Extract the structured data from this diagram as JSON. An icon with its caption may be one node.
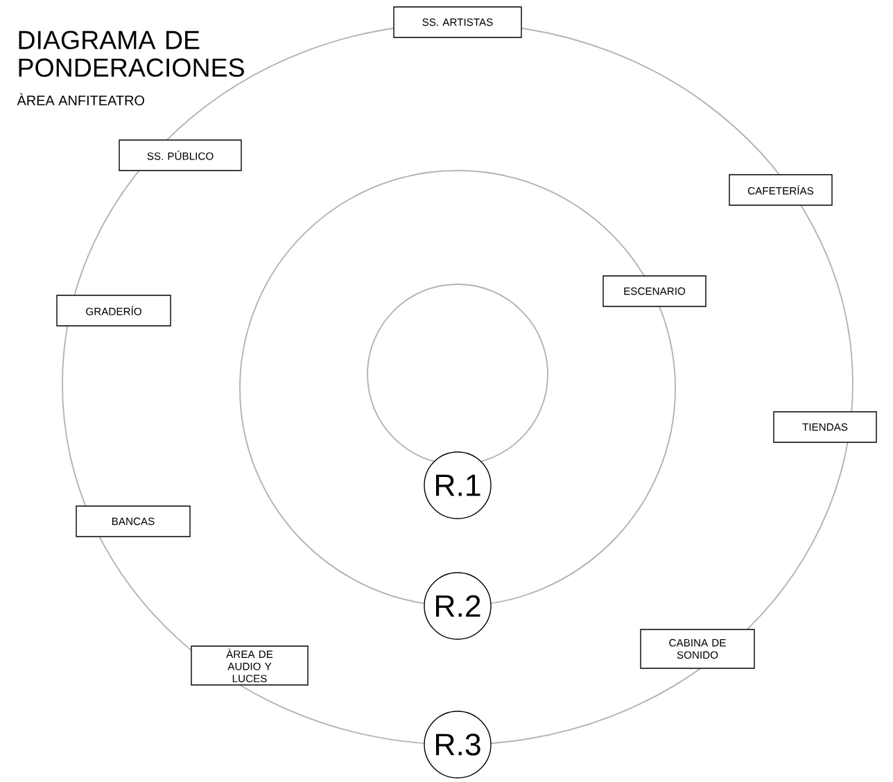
{
  "diagram": {
    "title": "DIAGRAMA DE PONDERACIONES",
    "nodes": [
      {
        "text": [
          "SS. ARTISTAS"
        ]
      },
      {
        "text": [
          "SS. PÚBLICO"
        ]
      },
      {
        "text": [
          "CAFETERÍAS"
        ]
      },
      {
        "text": [
          "ESCENARIO"
        ]
      },
      {
        "text": [
          "GRADERÍO"
        ]
      },
      {
        "text": [
          "TIENDAS"
        ]
      },
      {
        "text": [
          "R.1"
        ]
      },
      {
        "text": [
          "BANCAS"
        ]
      },
      {
        "text": [
          "R.2"
        ]
      },
      {
        "text": [
          "CABINA DE SONIDO"
        ]
      },
      {
        "text": [
          "ÀREA DE AUDIO Y LUCES"
        ]
      },
      {
        "text": [
          "R.3"
        ]
      }
    ],
    "labels": [
      "ÀREA ANFITEATRO"
    ]
  }
}
